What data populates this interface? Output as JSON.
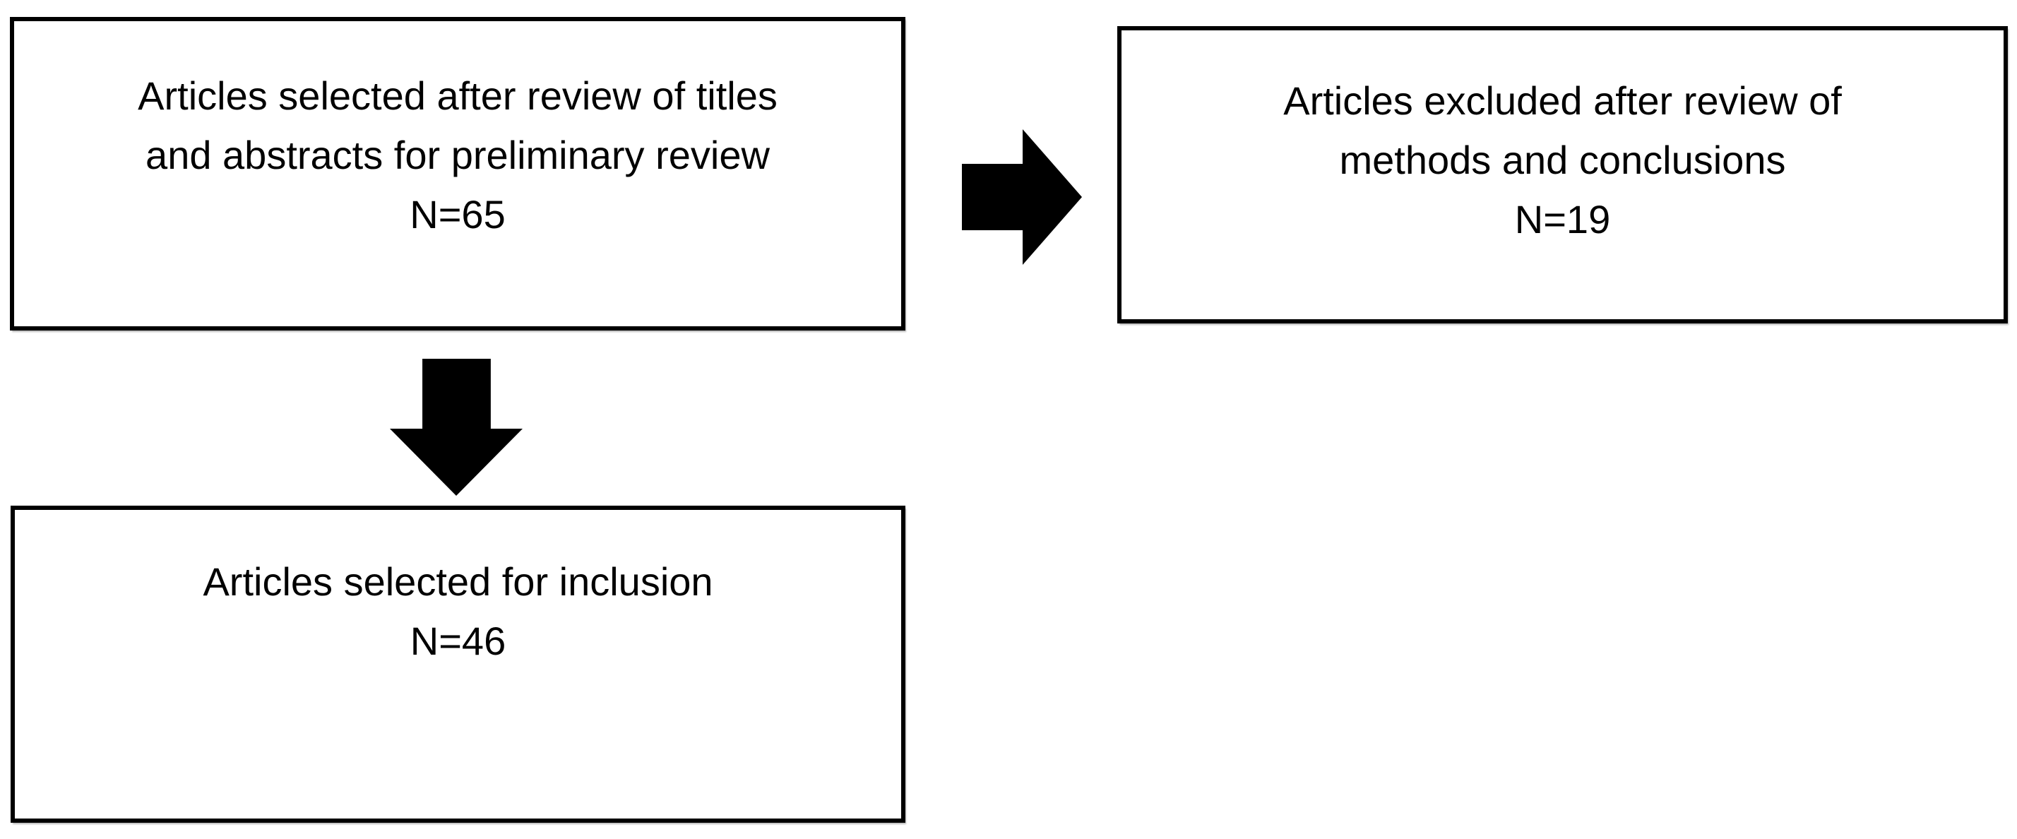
{
  "diagram": {
    "type": "flowchart",
    "colors": {
      "background": "#ffffff",
      "box_fill": "#ffffff",
      "box_border": "#000000",
      "text": "#000000",
      "arrow_fill": "#000000"
    },
    "boxes": {
      "preliminary": {
        "line1": "Articles selected after review of titles",
        "line2": "and abstracts for preliminary review",
        "line3": "N=65",
        "count": 65
      },
      "excluded": {
        "line1": "Articles excluded after review of",
        "line2": "methods and conclusions",
        "line3": "N=19",
        "count": 19
      },
      "inclusion": {
        "line1": "Articles selected for inclusion",
        "line2": "N=46",
        "count": 46
      }
    },
    "arrows": {
      "right": {
        "icon": "arrow-right-icon",
        "direction": "right",
        "from": "preliminary",
        "to": "excluded"
      },
      "down": {
        "icon": "arrow-down-icon",
        "direction": "down",
        "from": "preliminary",
        "to": "inclusion"
      }
    }
  }
}
